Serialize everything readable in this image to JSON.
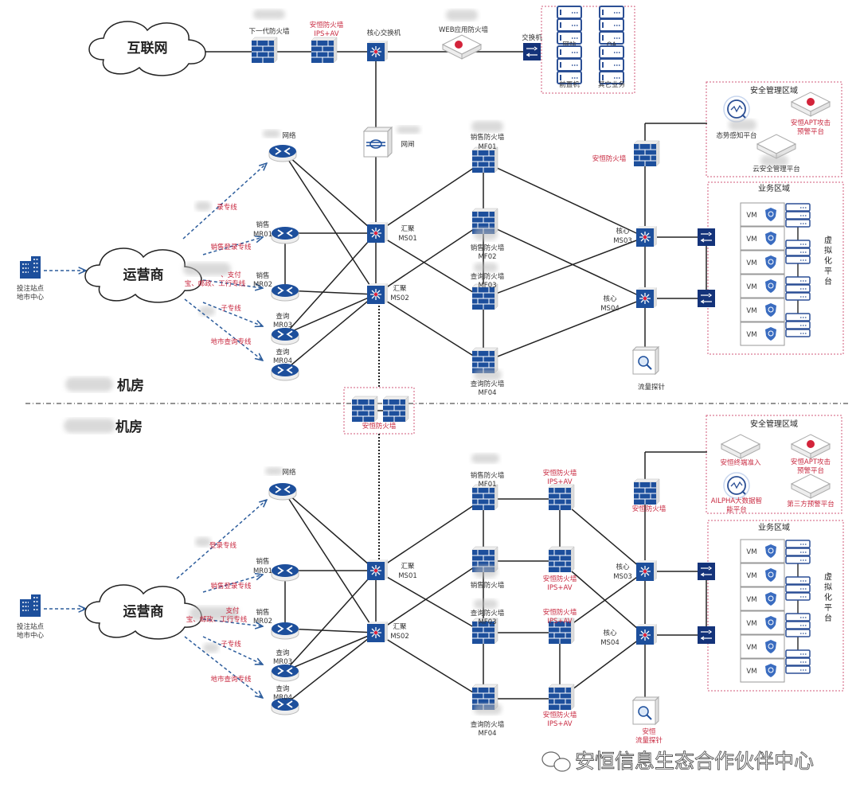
{
  "top": {
    "internet": "互联网",
    "ngfw": "下一代防火墙",
    "ah_fw_in": [
      "安恒防火墙",
      "IPS+AV"
    ],
    "core_switch": "核心交换机",
    "waf": "WEB应用防火墙",
    "switch": "交换机",
    "servers": [
      "网站",
      "OA",
      "前置机",
      "其它业务"
    ],
    "gatekeeper": "网闸",
    "network_router": "网络",
    "site": [
      "投注站点",
      "地市中心"
    ],
    "carrier": "运营商",
    "links": [
      "录专线",
      "销售登录专线",
      "、支付",
      "宝、邮政、工行专线",
      "子专线",
      "地市查询专线"
    ],
    "mr01": [
      "销售",
      "MR01"
    ],
    "mr02": [
      "销售",
      "MR02"
    ],
    "mr03": [
      "查询",
      "MR03"
    ],
    "mr04": [
      "查询",
      "MR04"
    ],
    "ms01": [
      "汇聚",
      "MS01"
    ],
    "ms02": [
      "汇聚",
      "MS02"
    ],
    "mf01": [
      "销售防火墙",
      "MF01"
    ],
    "mf02": [
      "销售防火墙",
      "MF02"
    ],
    "mf03": [
      "查询防火墙",
      "MF03"
    ],
    "mf04": [
      "查询防火墙",
      "MF04"
    ],
    "ah_fw": "安恒防火墙",
    "ms03": [
      "核心",
      "MS03"
    ],
    "ms04": [
      "核心",
      "MS04"
    ],
    "probe": "流量探针",
    "room": "机房",
    "security_zone": {
      "title": "安全管理区域",
      "situational": "态势感知平台",
      "apt": [
        "安恒APT攻击",
        "预警平台"
      ],
      "cloud_mgmt": "云安全管理平台"
    },
    "business_zone": {
      "title": "业务区域",
      "vm": "VM",
      "platform": [
        "虚",
        "拟",
        "化",
        "平",
        "台"
      ]
    }
  },
  "middle": {
    "firewall": "安恒防火墙"
  },
  "bottom": {
    "room": "机房",
    "network_router": "网络",
    "site": [
      "投注站点",
      "地市中心"
    ],
    "carrier": "运营商",
    "links": [
      "登录专线",
      "销售登录专线",
      "支付",
      "宝、邮政、工行专线",
      "子专线",
      "地市查询专线"
    ],
    "mr01": [
      "销售",
      "MR01"
    ],
    "mr02": [
      "销售",
      "MR02"
    ],
    "mr03": [
      "查询",
      "MR03"
    ],
    "mr04": [
      "查询",
      "MR04"
    ],
    "ms01": [
      "汇聚",
      "MS01"
    ],
    "ms02": [
      "汇聚",
      "MS02"
    ],
    "mf01": [
      "销售防火墙",
      "MF01"
    ],
    "mf02": [
      "销售防火墙"
    ],
    "mf03": [
      "查询防火墙",
      "MF03"
    ],
    "mf04": [
      "查询防火墙",
      "MF04"
    ],
    "ips": [
      "安恒防火墙",
      "IPS+AV"
    ],
    "ah_fw": "安恒防火墙",
    "ms03": [
      "核心",
      "MS03"
    ],
    "ms04": [
      "核心",
      "MS04"
    ],
    "probe": [
      "安恒",
      "流量探针"
    ],
    "security_zone": {
      "title": "安全管理区域",
      "nac": "安恒终端准入",
      "apt": [
        "安恒APT攻击",
        "预警平台"
      ],
      "ailpha": [
        "AILPHA大数据智",
        "能平台"
      ],
      "third_party": "第三方预警平台"
    },
    "business_zone": {
      "title": "业务区域",
      "vm": "VM",
      "platform": [
        "虚",
        "拟",
        "化",
        "平",
        "台"
      ]
    }
  },
  "watermark": "安恒信息生态合作伙伴中心",
  "colors": {
    "device_blue": "#1d4f9c",
    "navy": "#14337a",
    "label_red": "#c8283f",
    "zone_border": "#d05a78",
    "link_dashed": "#2d5d9c"
  }
}
